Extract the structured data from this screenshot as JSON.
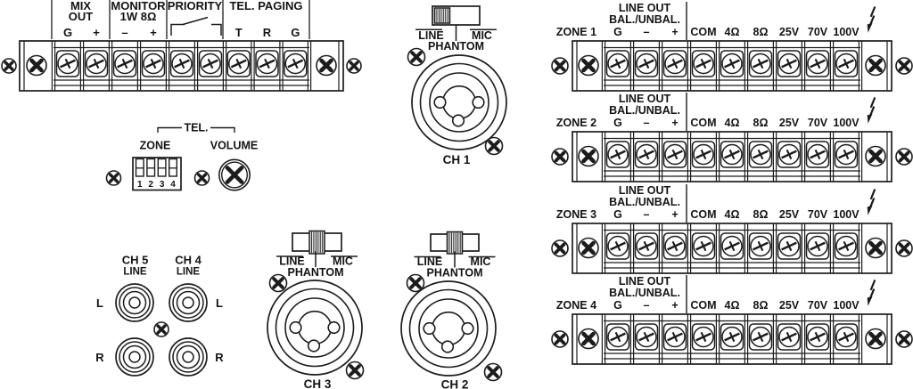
{
  "colors": {
    "ink": "#1c1c1c",
    "bg": "#ffffff",
    "slider_fill": "#e2e2e2"
  },
  "icons": {
    "panel_screw": "cross-screw-icon",
    "terminal_screw": "slotted-screw-icon",
    "hazard": "lightning-bolt-icon",
    "priority_symbol": "relay-contact-icon"
  },
  "top_block": {
    "groups": [
      {
        "name": "mix-out",
        "title_lines": [
          "MIX",
          "OUT"
        ],
        "terminal_labels": [
          "G",
          "+"
        ]
      },
      {
        "name": "monitor",
        "title_lines": [
          "MONITOR",
          "1W 8Ω"
        ],
        "terminal_labels": [
          "–",
          "+"
        ]
      },
      {
        "name": "priority",
        "title_lines": [
          "PRIORITY"
        ],
        "terminal_labels": [],
        "symbol": "relay-contact"
      },
      {
        "name": "tel-paging",
        "title_lines": [
          "TEL. PAGING"
        ],
        "terminal_labels": [
          "T",
          "R",
          "G"
        ]
      }
    ]
  },
  "tel_section": {
    "bracket_label": "TEL.",
    "dip": {
      "label": "ZONE",
      "numbers": [
        "1",
        "2",
        "3",
        "4"
      ]
    },
    "volume": {
      "label": "VOLUME"
    }
  },
  "rca_section": {
    "columns": [
      {
        "title": "CH 5",
        "subtitle": "LINE"
      },
      {
        "title": "CH 4",
        "subtitle": "LINE"
      }
    ],
    "row_labels": [
      "L",
      "R"
    ]
  },
  "combo_jacks": [
    {
      "label": "CH 1",
      "selected_position": "left",
      "switch_labels": {
        "left": "LINE",
        "center": "PHANTOM",
        "right": "MIC"
      }
    },
    {
      "label": "CH 3",
      "selected_position": "center",
      "switch_labels": {
        "left": "LINE",
        "center": "PHANTOM",
        "right": "MIC"
      }
    },
    {
      "label": "CH 2",
      "selected_position": "center",
      "switch_labels": {
        "left": "LINE",
        "center": "PHANTOM",
        "right": "MIC"
      }
    }
  ],
  "zone_blocks": {
    "header_lines": [
      "LINE OUT",
      "BAL./UNBAL."
    ],
    "zones": [
      {
        "label": "ZONE 1"
      },
      {
        "label": "ZONE 2"
      },
      {
        "label": "ZONE 3"
      },
      {
        "label": "ZONE 4"
      }
    ],
    "terminal_labels": [
      "G",
      "–",
      "+",
      "COM",
      "4Ω",
      "8Ω",
      "25V",
      "70V",
      "100V"
    ],
    "hazard_icon": "lightning-bolt"
  }
}
